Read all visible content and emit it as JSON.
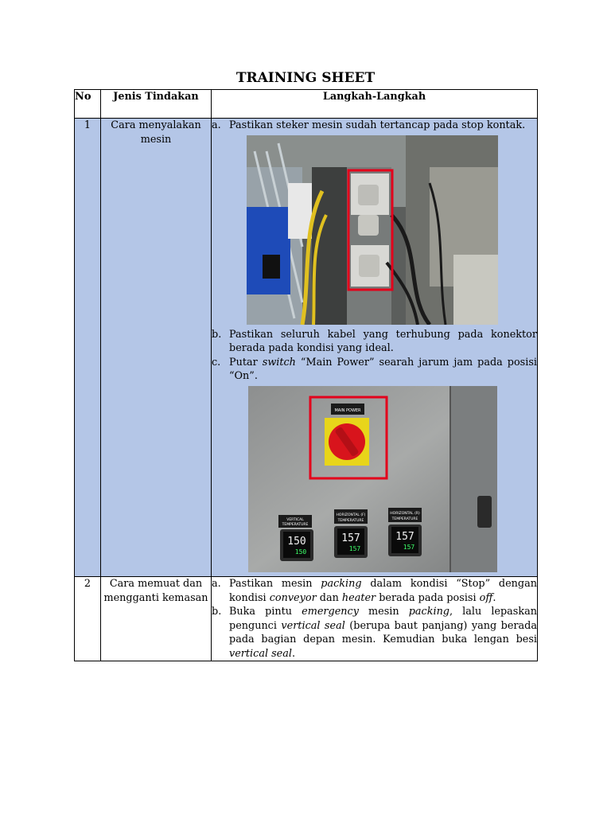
{
  "title": "TRAINING SHEET",
  "table": {
    "headers": {
      "no": "No",
      "action": "Jenis Tindakan",
      "steps": "Langkah-Langkah"
    },
    "rows": [
      {
        "no": "1",
        "action": "Cara menyalakan mesin",
        "steps": [
          {
            "marker": "a.",
            "parts": [
              {
                "t": "Pastikan steker mesin sudah tertancap pada stop kontak."
              }
            ]
          },
          {
            "marker": "b.",
            "parts": [
              {
                "t": "Pastikan seluruh kabel yang terhubung pada konektor berada pada kondisi yang ideal."
              }
            ]
          },
          {
            "marker": "c.",
            "parts": [
              {
                "t": "Putar "
              },
              {
                "t": "switch",
                "i": true
              },
              {
                "t": " “Main Power” searah jarum jam pada posisi “On”."
              }
            ]
          }
        ],
        "photo2_labels": {
          "main_power": "MAIN POWER",
          "meters": [
            {
              "label1": "VERTICAL",
              "label2": "TEMPERATURE",
              "pv": "150",
              "sv": "150"
            },
            {
              "label1": "HORIZONTAL (F)",
              "label2": "TEMPERATURE",
              "pv": "157",
              "sv": "157"
            },
            {
              "label1": "HORIZONTAL (R)",
              "label2": "TEMPERATURE",
              "pv": "157",
              "sv": "157"
            }
          ]
        }
      },
      {
        "no": "2",
        "action": "Cara memuat dan mengganti kemasan",
        "steps": [
          {
            "marker": "a.",
            "parts": [
              {
                "t": "Pastikan mesin "
              },
              {
                "t": "packing",
                "i": true
              },
              {
                "t": " dalam kondisi “Stop” dengan kondisi "
              },
              {
                "t": "conveyor",
                "i": true
              },
              {
                "t": " dan "
              },
              {
                "t": "heater",
                "i": true
              },
              {
                "t": " berada pada posisi "
              },
              {
                "t": "off",
                "i": true
              },
              {
                "t": "."
              }
            ]
          },
          {
            "marker": "b.",
            "parts": [
              {
                "t": "Buka pintu "
              },
              {
                "t": "emergency",
                "i": true
              },
              {
                "t": " mesin "
              },
              {
                "t": "packing",
                "i": true
              },
              {
                "t": ", lalu lepaskan pengunci "
              },
              {
                "t": "vertical seal",
                "i": true
              },
              {
                "t": " (berupa baut panjang) yang berada pada bagian depan mesin. Kemudian buka lengan besi "
              },
              {
                "t": "vertical seal",
                "i": true
              },
              {
                "t": "."
              }
            ]
          }
        ]
      }
    ]
  },
  "colors": {
    "cell_blue": "#b4c6e7",
    "highlight_red": "#e3001b",
    "switch_yellow": "#e8d51a",
    "switch_red": "#d8141c"
  }
}
